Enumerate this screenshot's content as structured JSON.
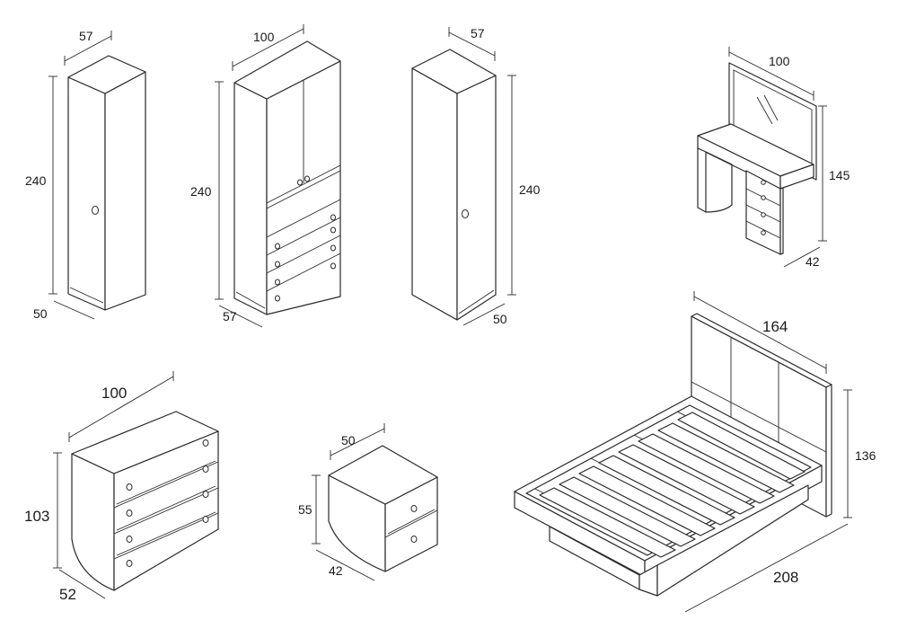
{
  "items": {
    "wardrobe_left": {
      "width": "57",
      "height": "240",
      "depth": "50"
    },
    "wardrobe_double": {
      "width": "100",
      "height": "240",
      "depth": "57"
    },
    "wardrobe_right": {
      "width": "57",
      "height": "240",
      "depth": "50"
    },
    "dressing_table": {
      "width": "100",
      "height": "145",
      "depth": "42"
    },
    "chest_of_drawers": {
      "width": "100",
      "height": "103",
      "depth": "52"
    },
    "nightstand": {
      "width": "50",
      "height": "55",
      "depth": "42"
    },
    "bed": {
      "width": "164",
      "height": "136",
      "length": "208"
    }
  }
}
